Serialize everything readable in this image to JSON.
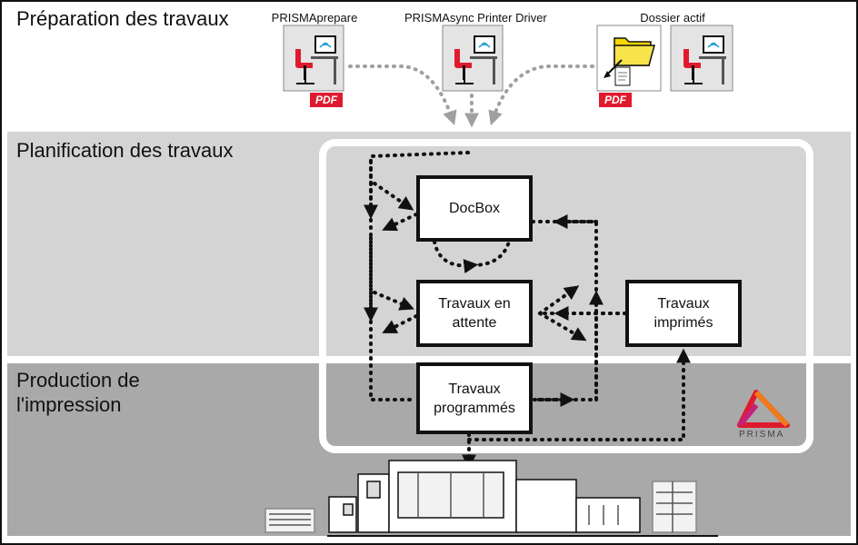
{
  "zones": {
    "preparation": "Préparation des travaux",
    "planning": "Planification des travaux",
    "production_line1": "Production de",
    "production_line2": "l'impression"
  },
  "sources": {
    "prepare": "PRISMAprepare",
    "driver": "PRISMAsync Printer Driver",
    "hotfolder": "Dossier actif",
    "pdf_tag": "PDF"
  },
  "boxes": {
    "docbox": "DocBox",
    "pending": "Travaux en\nattente",
    "printed": "Travaux\nimprimés",
    "scheduled": "Travaux\nprogrammés"
  },
  "brand": {
    "name": "PRISMA"
  },
  "colors": {
    "accent_red": "#e01a2e",
    "folder_yellow": "#f5d800",
    "zone_planning": "#d4d4d4",
    "zone_production": "#a9a9a9"
  }
}
